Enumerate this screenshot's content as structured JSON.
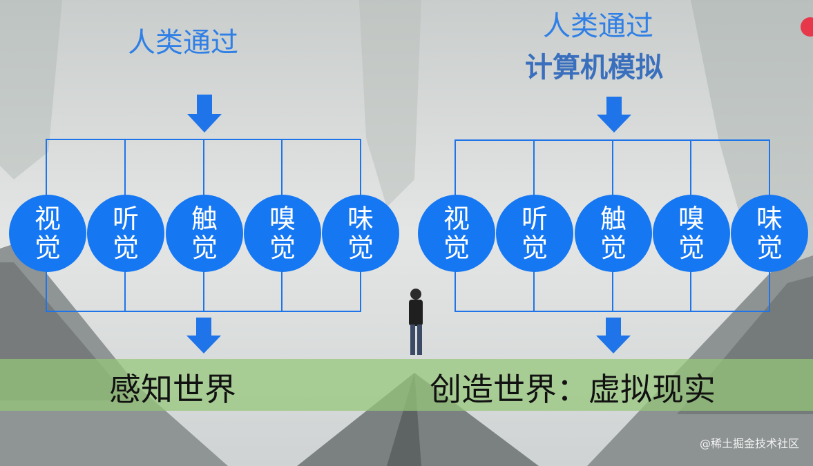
{
  "left": {
    "title": "人类通过",
    "senses": [
      {
        "top": "视",
        "bottom": "觉"
      },
      {
        "top": "听",
        "bottom": "觉"
      },
      {
        "top": "触",
        "bottom": "觉"
      },
      {
        "top": "嗅",
        "bottom": "觉"
      },
      {
        "top": "味",
        "bottom": "觉"
      }
    ],
    "result": "感知世界"
  },
  "right": {
    "title_line1": "人类通过",
    "title_line2": "计算机模拟",
    "senses": [
      {
        "top": "视",
        "bottom": "觉"
      },
      {
        "top": "听",
        "bottom": "觉"
      },
      {
        "top": "触",
        "bottom": "觉"
      },
      {
        "top": "嗅",
        "bottom": "觉"
      },
      {
        "top": "味",
        "bottom": "觉"
      }
    ],
    "result": "创造世界：虚拟现实"
  },
  "watermark": "@稀土掘金技术社区",
  "colors": {
    "accent": "#1677f2",
    "band": "#96c878"
  }
}
